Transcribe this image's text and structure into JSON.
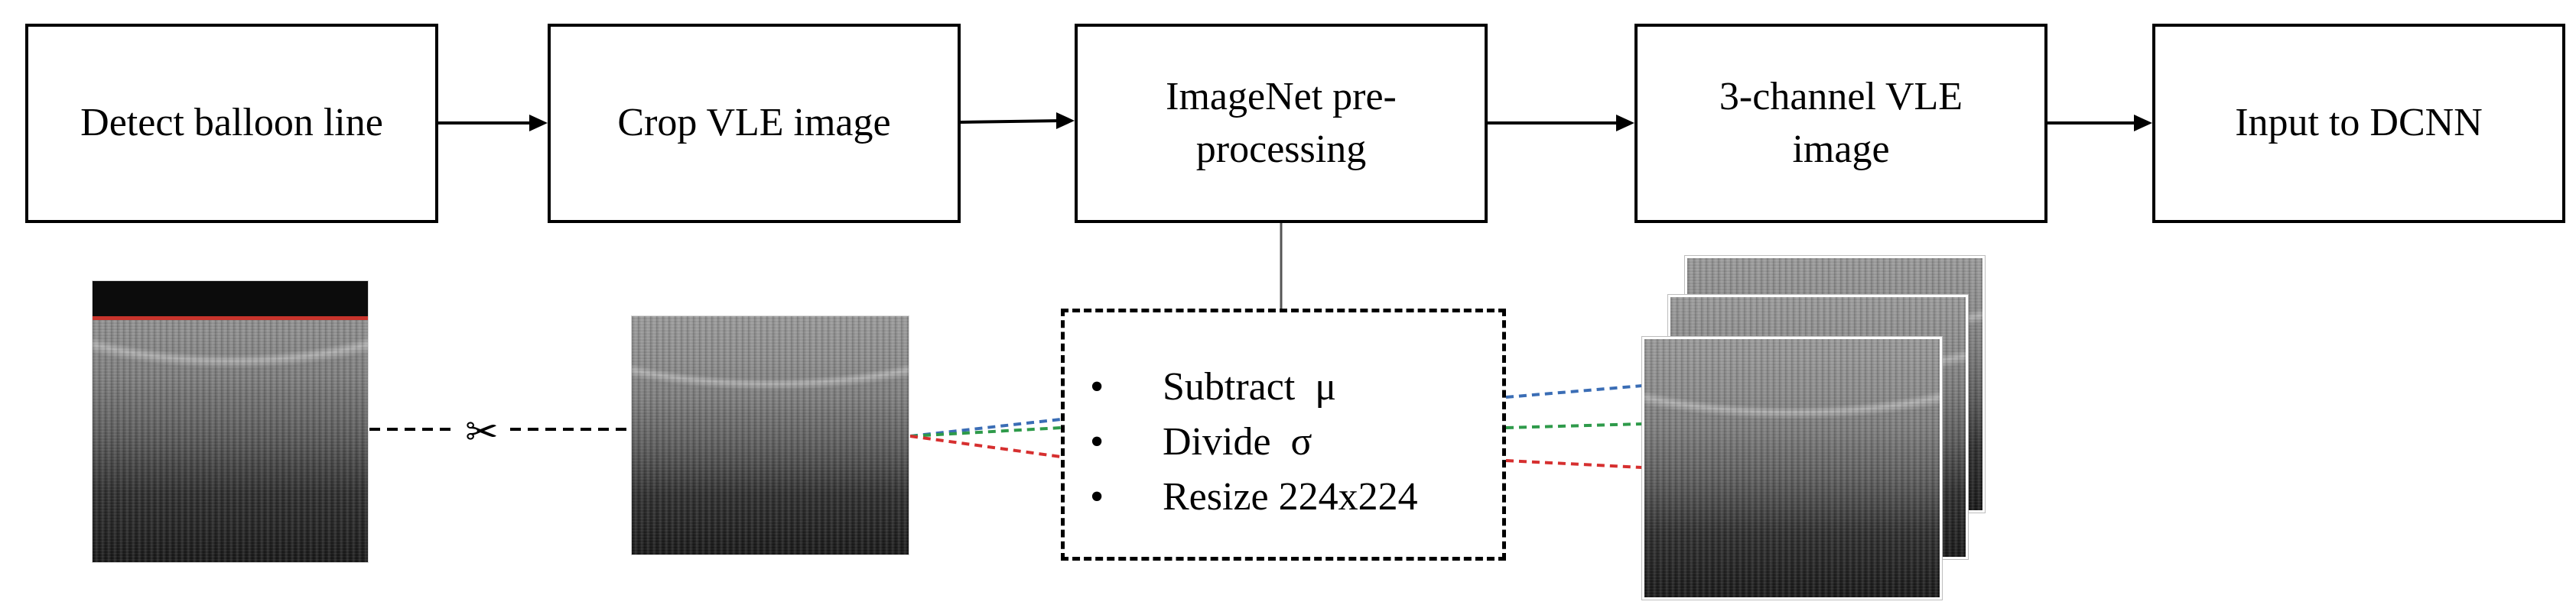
{
  "steps": [
    {
      "label": "Detect balloon line"
    },
    {
      "label": "Crop VLE image"
    },
    {
      "label": "ImageNet pre-\nprocessing"
    },
    {
      "label": "3-channel VLE\nimage"
    },
    {
      "label": "Input to DCNN"
    }
  ],
  "preprocessing": {
    "bullet": "•",
    "operations": [
      "Subtract  μ",
      "Divide  σ",
      "Resize 224x224"
    ]
  },
  "icons": {
    "scissors": "✂",
    "scissors_name": "scissors-icon"
  },
  "colors": {
    "balloon_line": "#c8342c",
    "channel_blue": "#3a6db5",
    "channel_green": "#2e9a4a",
    "channel_red": "#d62f2f"
  }
}
